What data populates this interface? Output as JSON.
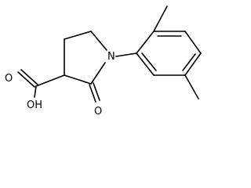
{
  "molecule": {
    "atoms": {
      "nitrogen": "N",
      "ketone_oxygen": "O",
      "carboxyl_oxygen": "O",
      "hydroxyl": "OH"
    }
  }
}
